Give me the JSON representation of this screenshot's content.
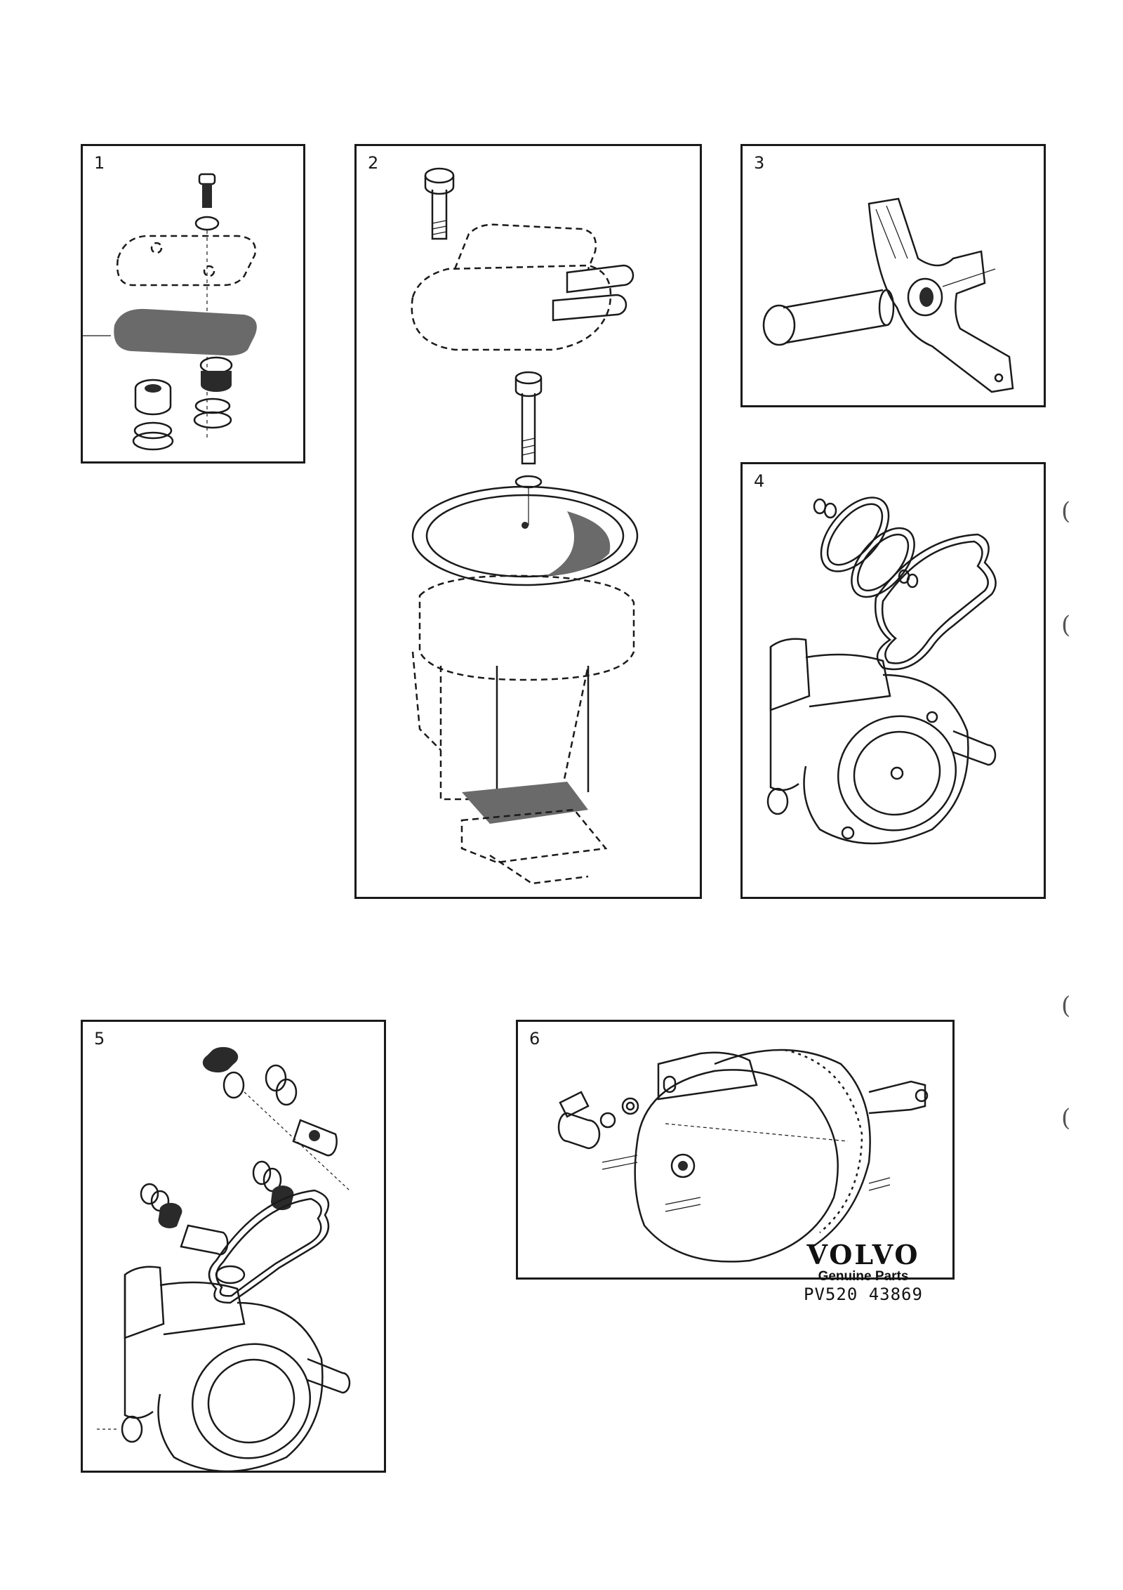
{
  "panels": [
    {
      "number": "1"
    },
    {
      "number": "2"
    },
    {
      "number": "3"
    },
    {
      "number": "4"
    },
    {
      "number": "5"
    },
    {
      "number": "6"
    }
  ],
  "brand": {
    "logo": "VOLVO",
    "tagline": "Genuine Parts",
    "part_code": "PV520 43869"
  },
  "margin_marks": [
    "(",
    "(",
    "(",
    "("
  ]
}
